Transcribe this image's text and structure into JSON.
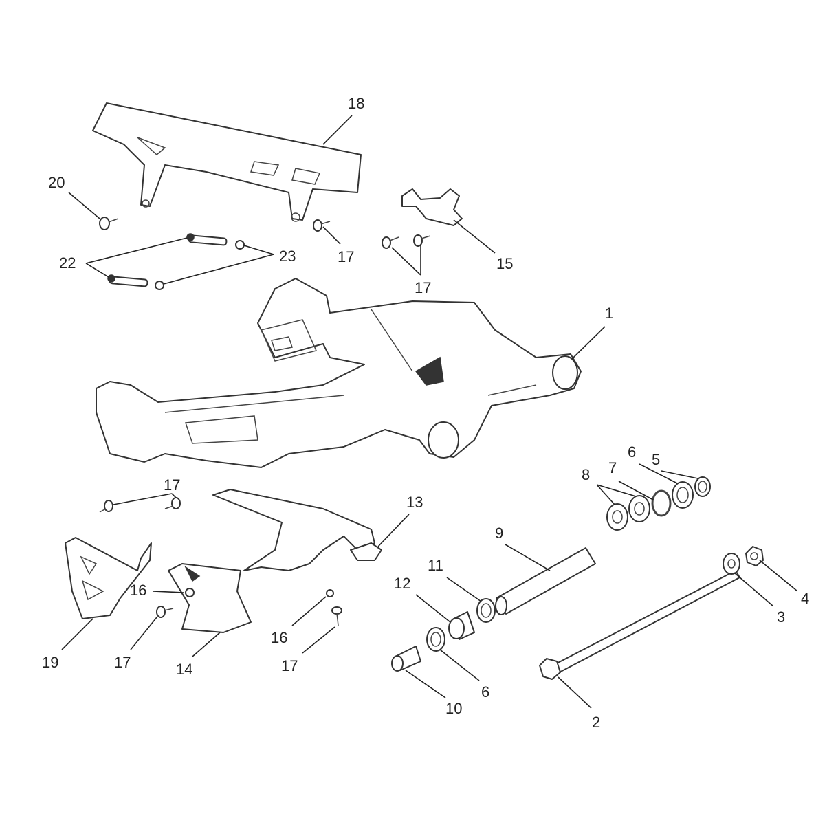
{
  "diagram": {
    "type": "exploded parts diagram",
    "callouts": [
      {
        "number": "18"
      },
      {
        "number": "20"
      },
      {
        "number": "17"
      },
      {
        "number": "22"
      },
      {
        "number": "23"
      },
      {
        "number": "15"
      },
      {
        "number": "17"
      },
      {
        "number": "1"
      },
      {
        "number": "8"
      },
      {
        "number": "7"
      },
      {
        "number": "6"
      },
      {
        "number": "5"
      },
      {
        "number": "17"
      },
      {
        "number": "13"
      },
      {
        "number": "9"
      },
      {
        "number": "11"
      },
      {
        "number": "12"
      },
      {
        "number": "16"
      },
      {
        "number": "4"
      },
      {
        "number": "3"
      },
      {
        "number": "16"
      },
      {
        "number": "19"
      },
      {
        "number": "17"
      },
      {
        "number": "14"
      },
      {
        "number": "17"
      },
      {
        "number": "6"
      },
      {
        "number": "10"
      },
      {
        "number": "2"
      }
    ]
  }
}
